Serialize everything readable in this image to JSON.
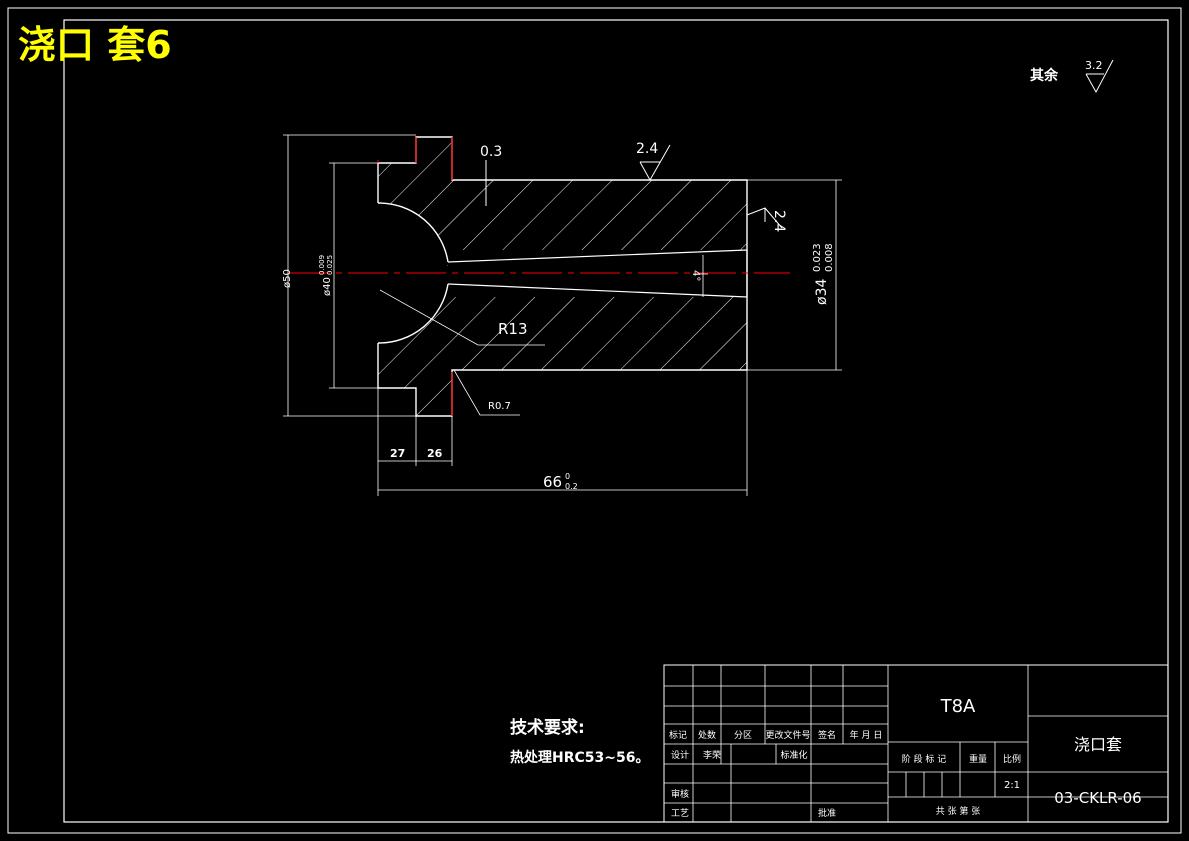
{
  "header": {
    "title": "浇口 套6",
    "title_color": "#ffff00",
    "roughness_other_label": "其余",
    "roughness_other_value": "3.2"
  },
  "drawing": {
    "dims": {
      "gap": "0.3",
      "roughness_top": "2.4",
      "roughness_right": "2.4",
      "dia50": "ø50",
      "dia40": "ø40",
      "dia40_tol_up": "0.009",
      "dia40_tol_low": "0.025",
      "dia34": "ø34",
      "dia34_tol_up": "0.023",
      "dia34_tol_low": "0.008",
      "taper": "4°",
      "r13": "R13",
      "r07": "R0.7",
      "len27": "27",
      "len26": "26",
      "len66": "66",
      "len66_tol_up": "0",
      "len66_tol_low": "0.2"
    },
    "colors": {
      "centerline": "#ff0000",
      "edge_red": "#ff0000",
      "lines": "#ffffff"
    }
  },
  "notes": {
    "heading": "技术要求:",
    "line1": "热处理HRC53~56。"
  },
  "title_block": {
    "material": "T8A",
    "part_name": "浇口套",
    "drawing_no": "03-CKLR-06",
    "scale": "2:1",
    "row_labels": [
      "标记",
      "处数",
      "分区",
      "更改文件号",
      "签名",
      "年 月 日"
    ],
    "design": "设计",
    "designer": "李荣",
    "standardize": "标准化",
    "review": "审核",
    "process": "工艺",
    "approve": "批准",
    "stage_mark": "阶 段 标 记",
    "weight": "重量",
    "scale_label": "比例",
    "sheets": "共   张 第   张"
  }
}
